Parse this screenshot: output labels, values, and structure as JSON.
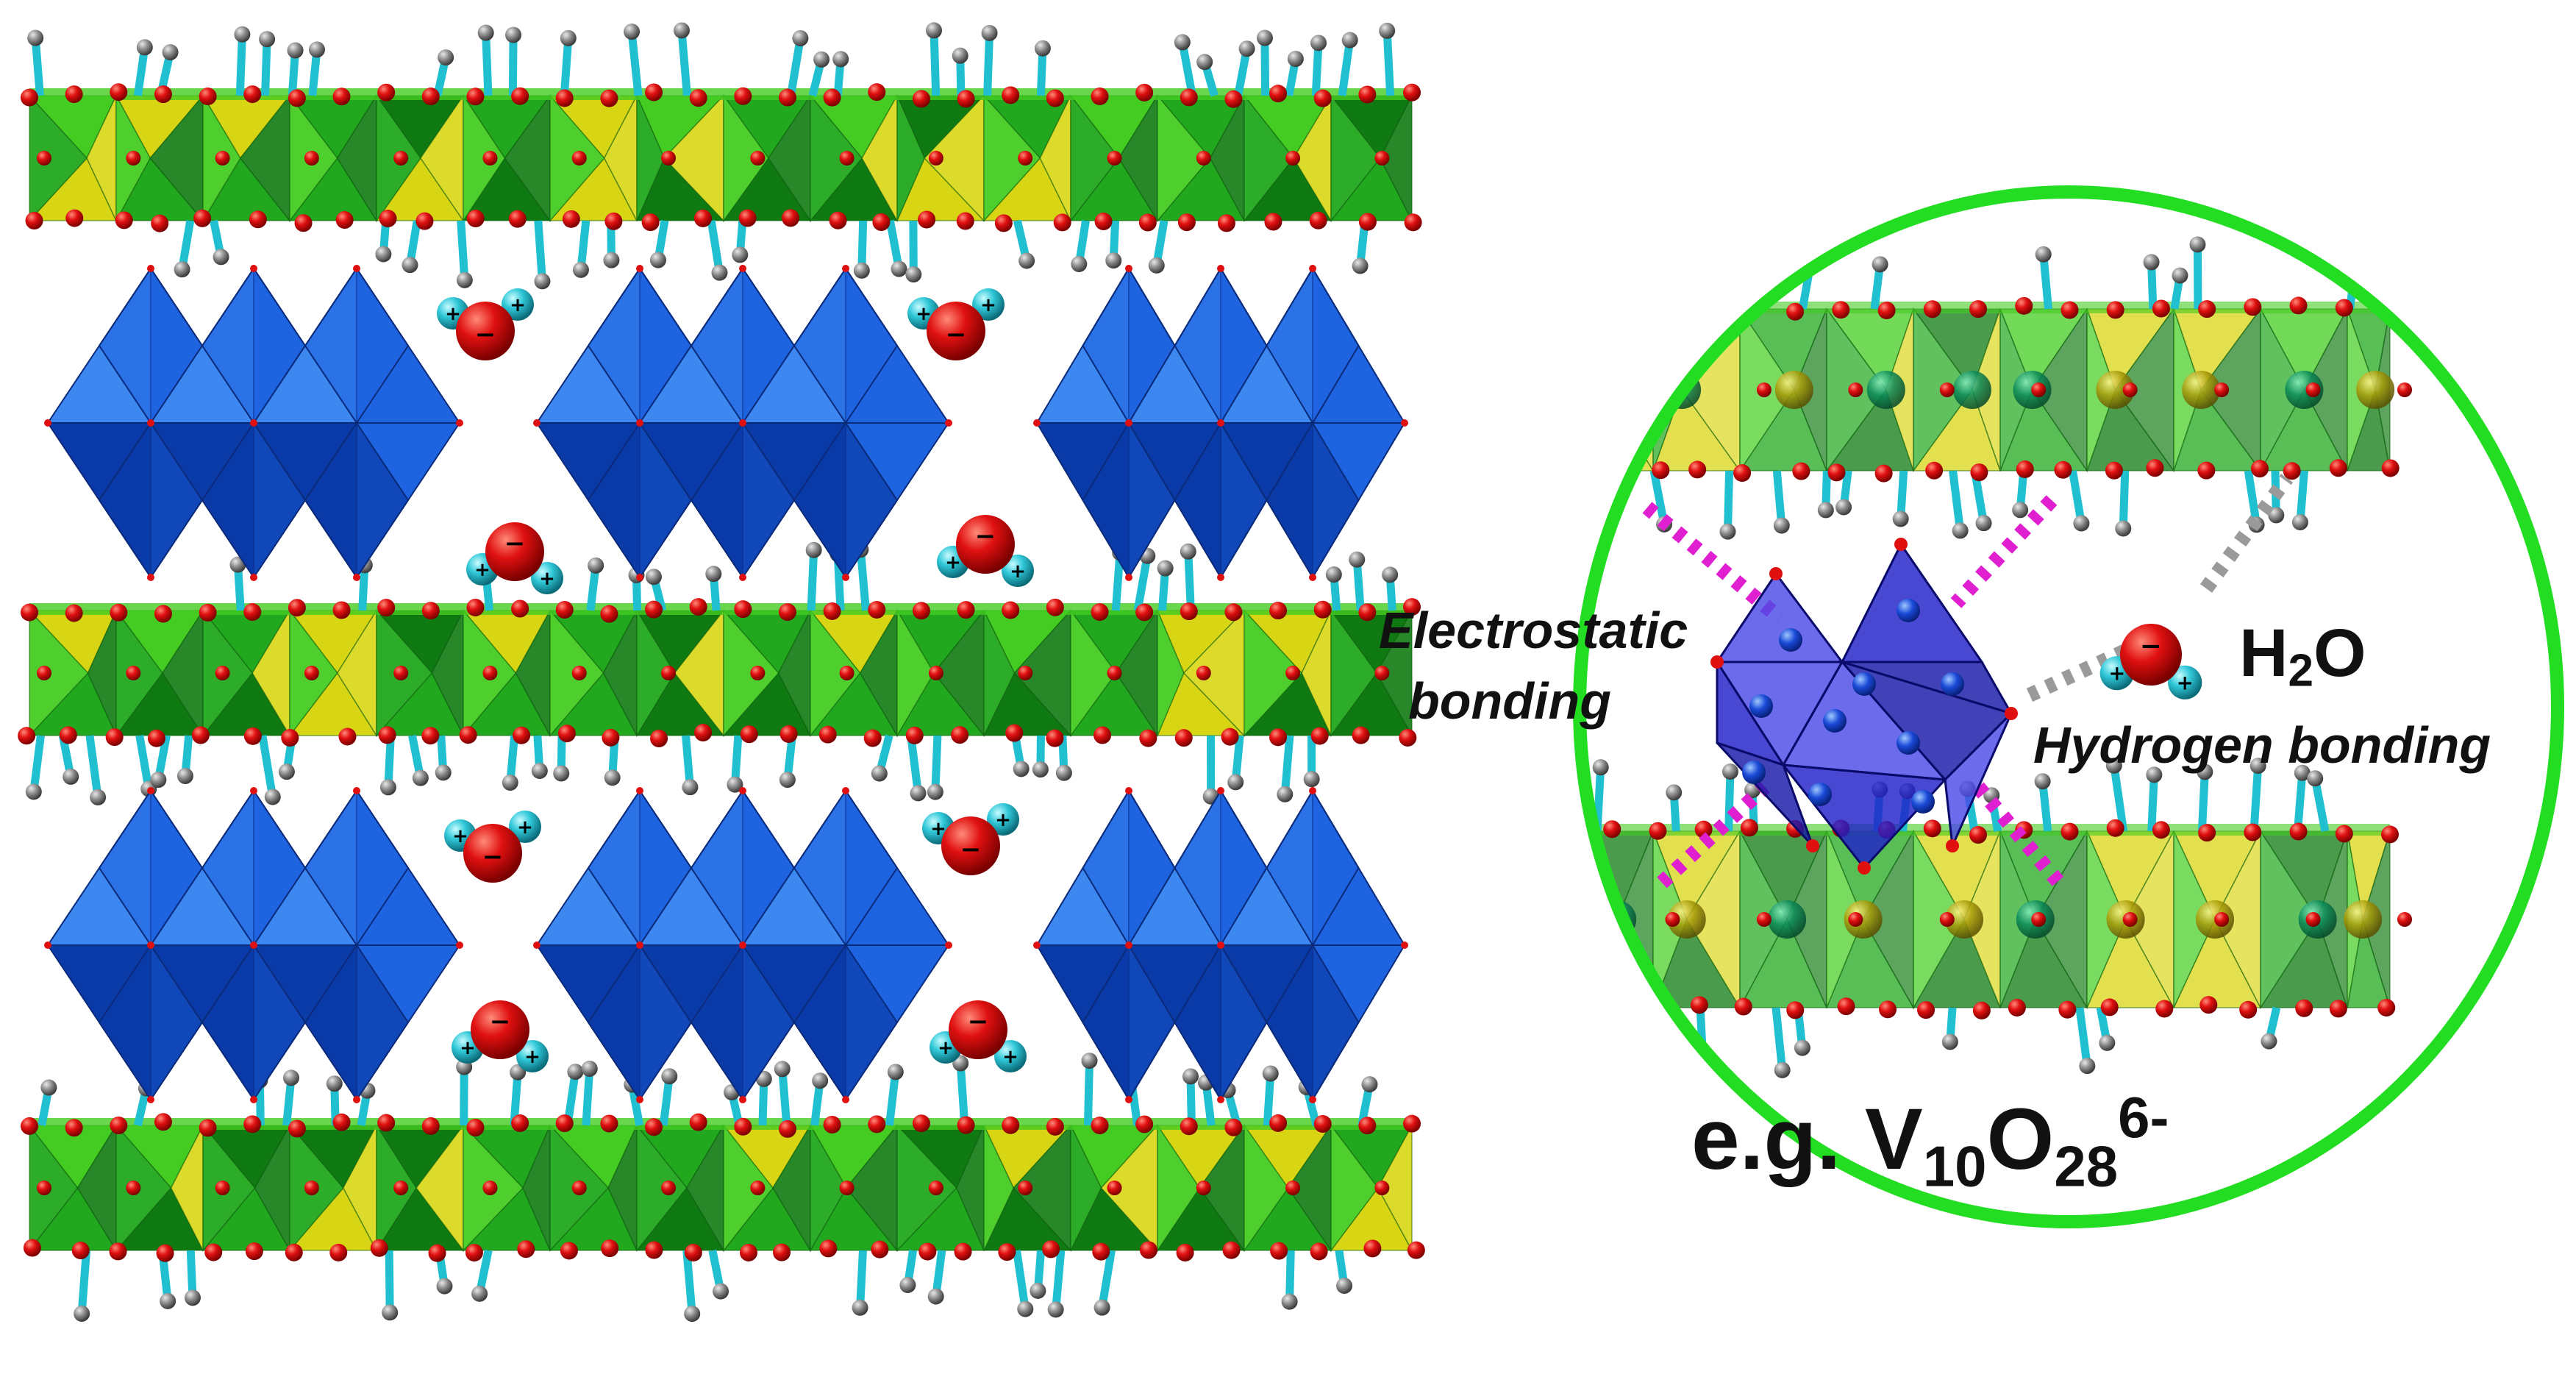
{
  "labels": {
    "electrostatic_line1": "Electrostatic",
    "electrostatic_line2": "bonding",
    "hydrogen_bonding": "Hydrogen bonding",
    "water_base": "H",
    "water_sub": "2",
    "water_tail": "O",
    "formula_prefix": "e.g. V",
    "formula_v_sub": "10",
    "formula_o": "O",
    "formula_o_sub": "28",
    "formula_charge": "6-"
  },
  "charge_signs": {
    "negative": "−",
    "positive": "+"
  },
  "colors": {
    "layer_green": "#22a81e",
    "layer_dark_green": "#0f7a12",
    "layer_yellow": "#d8d614",
    "layer_lime": "#44cc22",
    "polyoxometalate_blue": "#1e64e0",
    "polyoxometalate_dark": "#0a3aa8",
    "polyoxometalate_light": "#3c88f0",
    "inset_pom": "#2020c8",
    "inset_pom_light": "#4a4ae6",
    "oxygen_red": "#e01010",
    "hydrogen_cyan": "#30c8d8",
    "grey_atom": "#8a8a8a",
    "stick_cyan": "#20c0d0",
    "ellipse_outline": "#22dd22",
    "electrostatic_dash": "#e020d0",
    "hbond_dash": "#9a9a9a"
  }
}
